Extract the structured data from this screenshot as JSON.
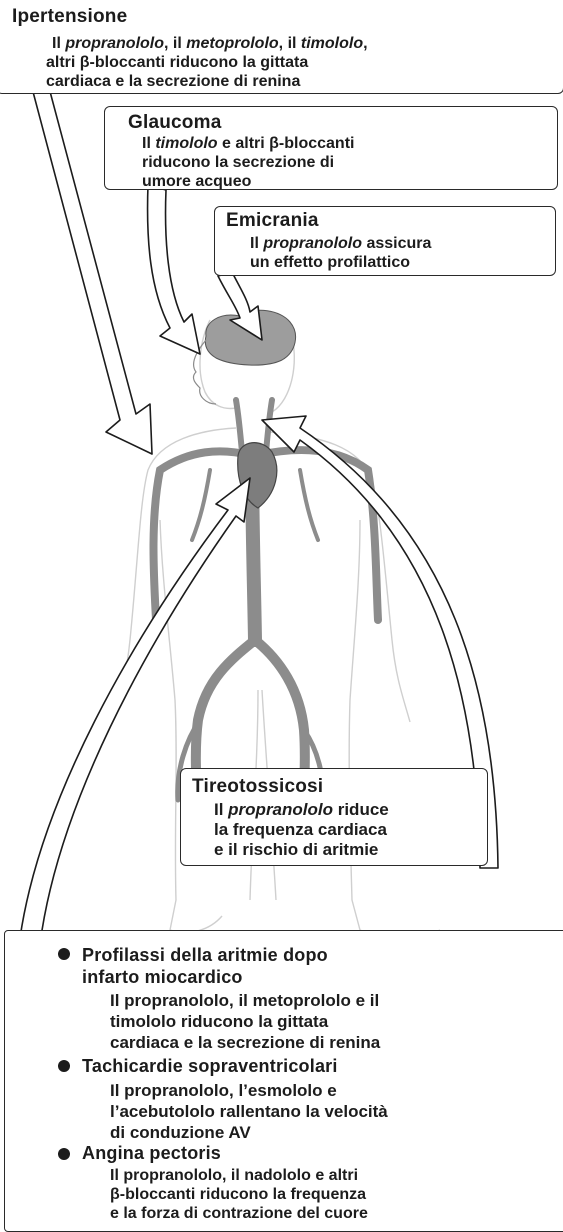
{
  "hypertension": {
    "title": "Ipertensione",
    "lines": [
      [
        "Il ",
        "propranololo",
        ", il ",
        "metoprololo",
        ", il ",
        "timololo",
        ","
      ],
      [
        "altri β-bloccanti riducono la gittata"
      ],
      [
        "cardiaca e la secrezione di renina"
      ]
    ]
  },
  "glaucoma": {
    "title": "Glaucoma",
    "lines": [
      [
        "Il ",
        "timololo",
        " e altri β-bloccanti"
      ],
      [
        "riducono la secrezione di"
      ],
      [
        "umore acqueo"
      ]
    ]
  },
  "migraine": {
    "title": "Emicrania",
    "lines": [
      [
        "Il ",
        "propranololo",
        " assicura"
      ],
      [
        "un effetto profilattico"
      ]
    ]
  },
  "thyrotoxicosis": {
    "title": "Tireotossicosi",
    "lines": [
      [
        "Il ",
        "propranololo",
        " riduce"
      ],
      [
        "la frequenza cardiaca"
      ],
      [
        "e il rischio di aritmie"
      ]
    ]
  },
  "bottom": [
    {
      "title_lines": [
        "Profilassi della aritmie dopo",
        "infarto miocardico"
      ],
      "lines": [
        [
          "Il ",
          "propranololo",
          ", il ",
          "metoprololo",
          " e il"
        ],
        [
          "",
          "timololo",
          " riducono la gittata"
        ],
        [
          "cardiaca e la secrezione di renina"
        ]
      ]
    },
    {
      "title_lines": [
        "Tachicardie sopraventricolari"
      ],
      "lines": [
        [
          "Il ",
          "propranololo",
          ", l’",
          "esmololo",
          " e"
        ],
        [
          "l’",
          "acebutololo",
          " rallentano la velocità"
        ],
        [
          "di conduzione AV"
        ]
      ]
    },
    {
      "title_lines": [
        "Angina pectoris"
      ],
      "lines": [
        [
          "Il ",
          "propranololo",
          ", il ",
          "nadololo",
          " e altri"
        ],
        [
          "β-bloccanti riducono la frequenza"
        ],
        [
          "e la forza di contrazione del cuore"
        ]
      ]
    }
  ]
}
